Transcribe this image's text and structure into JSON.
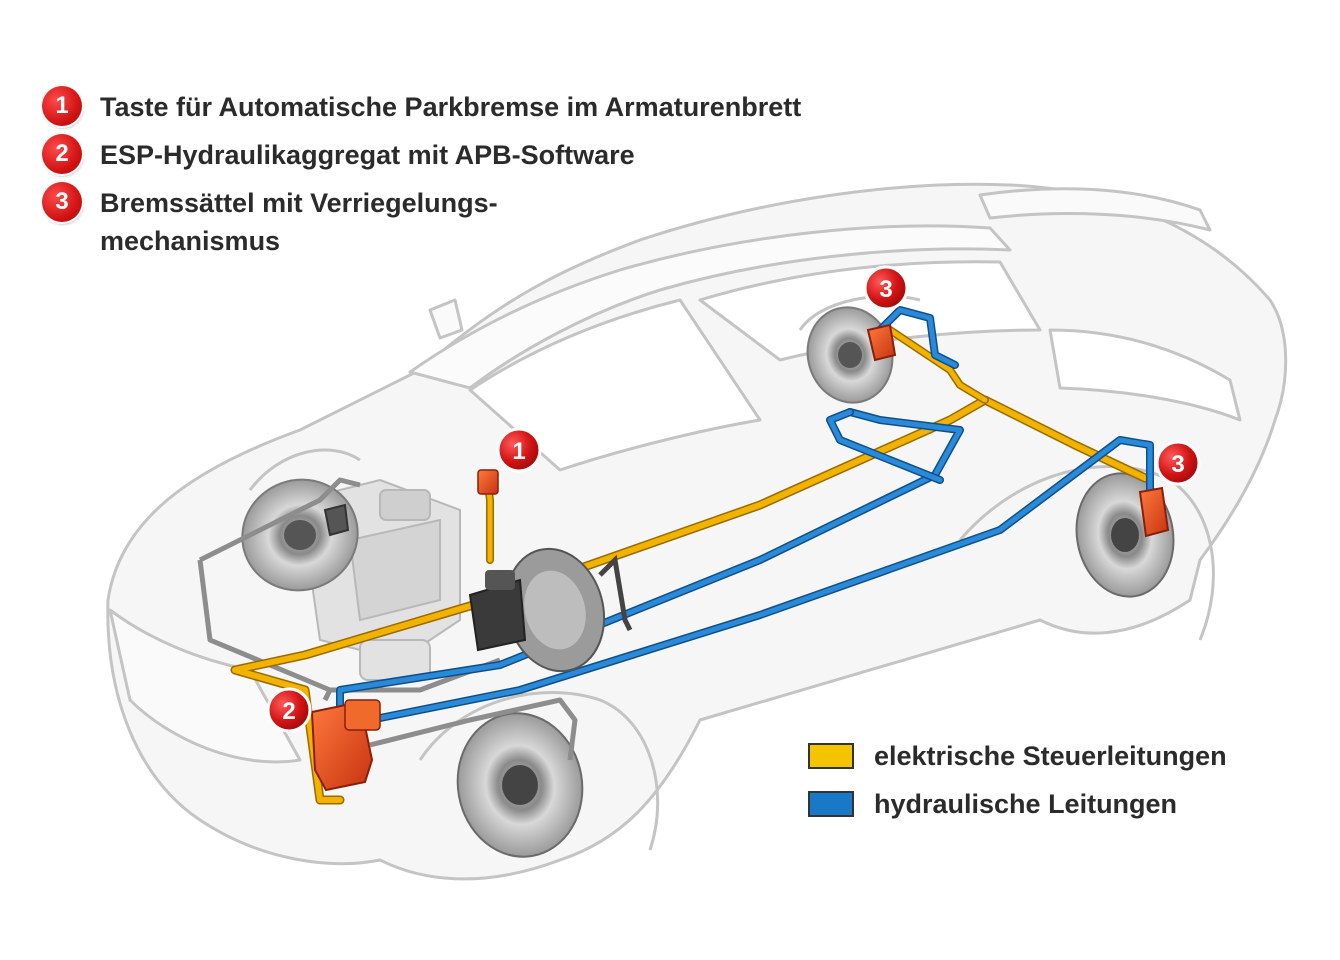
{
  "legend": [
    {
      "num": "1",
      "text": "Taste für Automatische Parkbremse im Armaturenbrett"
    },
    {
      "num": "2",
      "text": "ESP-Hydraulikaggregat mit APB-Software"
    },
    {
      "num": "3",
      "text": "Bremssättel mit Verriegelungs-\nmechanismus"
    }
  ],
  "markers": {
    "m1": "1",
    "m2": "2",
    "m3a": "3",
    "m3b": "3"
  },
  "key": {
    "electric": {
      "label": "elektrische Steuerleitungen",
      "color": "#f5c400"
    },
    "hydraulic": {
      "label": "hydraulische Leitungen",
      "color": "#1a78c8"
    }
  },
  "colors": {
    "accent_red": "#d21414",
    "caliper": "#e8491d",
    "car_outline": "#c9c9c9",
    "car_fill": "#f4f4f4"
  }
}
